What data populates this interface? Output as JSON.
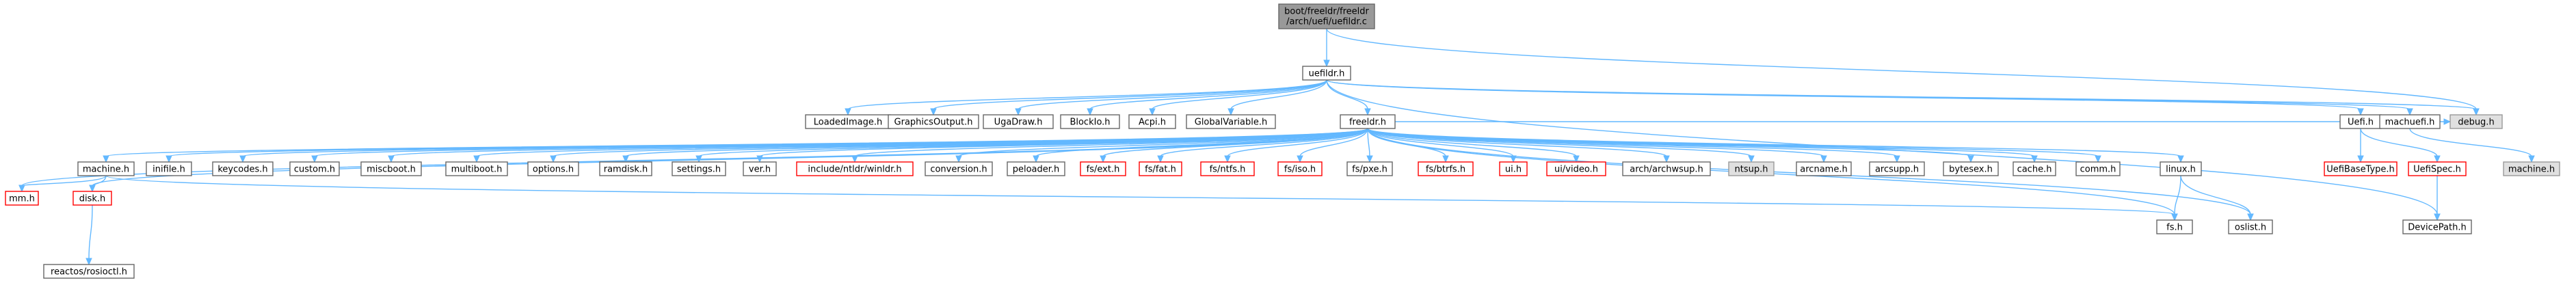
{
  "root": {
    "label_line1": "boot/freeldr/freeldr",
    "label_line2": "/arch/uefi/uefildr.c"
  },
  "nodes": [
    {
      "id": "uefildr",
      "label": "uefildr.h"
    },
    {
      "id": "loadedimage",
      "label": "LoadedImage.h"
    },
    {
      "id": "graphicsoutput",
      "label": "GraphicsOutput.h"
    },
    {
      "id": "ugadraw",
      "label": "UgaDraw.h"
    },
    {
      "id": "blockio",
      "label": "BlockIo.h"
    },
    {
      "id": "acpi",
      "label": "Acpi.h"
    },
    {
      "id": "globalvariable",
      "label": "GlobalVariable.h"
    },
    {
      "id": "freeldr",
      "label": "freeldr.h"
    },
    {
      "id": "uefi",
      "label": "Uefi.h"
    },
    {
      "id": "machuefi",
      "label": "machuefi.h"
    },
    {
      "id": "debug",
      "label": "debug.h",
      "style": "grey"
    },
    {
      "id": "mmh",
      "label": "mm.h",
      "style": "missing"
    },
    {
      "id": "machine",
      "label": "machine.h"
    },
    {
      "id": "inifile",
      "label": "inifile.h"
    },
    {
      "id": "keycodes",
      "label": "keycodes.h"
    },
    {
      "id": "custom",
      "label": "custom.h"
    },
    {
      "id": "miscboot",
      "label": "miscboot.h"
    },
    {
      "id": "multiboot",
      "label": "multiboot.h"
    },
    {
      "id": "options",
      "label": "options.h"
    },
    {
      "id": "ramdisk",
      "label": "ramdisk.h"
    },
    {
      "id": "settings",
      "label": "settings.h"
    },
    {
      "id": "ver",
      "label": "ver.h"
    },
    {
      "id": "winldr",
      "label": "include/ntldr/winldr.h",
      "style": "missing"
    },
    {
      "id": "conversion",
      "label": "conversion.h"
    },
    {
      "id": "peloader",
      "label": "peloader.h"
    },
    {
      "id": "fsext",
      "label": "fs/ext.h",
      "style": "missing"
    },
    {
      "id": "fsfat",
      "label": "fs/fat.h",
      "style": "missing"
    },
    {
      "id": "fsntfs",
      "label": "fs/ntfs.h",
      "style": "missing"
    },
    {
      "id": "fsiso",
      "label": "fs/iso.h",
      "style": "missing"
    },
    {
      "id": "fspxe",
      "label": "fs/pxe.h"
    },
    {
      "id": "fsbtrfs",
      "label": "fs/btrfs.h",
      "style": "missing"
    },
    {
      "id": "ui",
      "label": "ui.h",
      "style": "missing"
    },
    {
      "id": "uivideo",
      "label": "ui/video.h",
      "style": "missing"
    },
    {
      "id": "archwsup",
      "label": "arch/archwsup.h"
    },
    {
      "id": "ntsup",
      "label": "ntsup.h",
      "style": "grey"
    },
    {
      "id": "arcname",
      "label": "arcname.h"
    },
    {
      "id": "arcsupp",
      "label": "arcsupp.h"
    },
    {
      "id": "bytesex",
      "label": "bytesex.h"
    },
    {
      "id": "cache",
      "label": "cache.h"
    },
    {
      "id": "comm",
      "label": "comm.h"
    },
    {
      "id": "linux",
      "label": "linux.h"
    },
    {
      "id": "ueffibasetype",
      "label": "UefiBaseType.h",
      "style": "missing"
    },
    {
      "id": "uefispec",
      "label": "UefiSpec.h",
      "style": "missing"
    },
    {
      "id": "machineh2",
      "label": "machine.h",
      "style": "grey"
    },
    {
      "id": "disk",
      "label": "disk.h",
      "style": "missing"
    },
    {
      "id": "fsh",
      "label": "fs.h"
    },
    {
      "id": "oslist",
      "label": "oslist.h"
    },
    {
      "id": "devicepath",
      "label": "DevicePath.h"
    },
    {
      "id": "reactos",
      "label": "reactos/rosioctl.h"
    }
  ],
  "edges": [
    [
      "root",
      "uefildr"
    ],
    [
      "root",
      "debug"
    ],
    [
      "uefildr",
      "loadedimage"
    ],
    [
      "uefildr",
      "graphicsoutput"
    ],
    [
      "uefildr",
      "ugadraw"
    ],
    [
      "uefildr",
      "blockio"
    ],
    [
      "uefildr",
      "acpi"
    ],
    [
      "uefildr",
      "globalvariable"
    ],
    [
      "uefildr",
      "freeldr"
    ],
    [
      "uefildr",
      "uefi"
    ],
    [
      "uefildr",
      "machuefi"
    ],
    [
      "uefildr",
      "debug"
    ],
    [
      "uefildr",
      "devicepath"
    ],
    [
      "freeldr",
      "mmh"
    ],
    [
      "freeldr",
      "machine"
    ],
    [
      "freeldr",
      "inifile"
    ],
    [
      "freeldr",
      "keycodes"
    ],
    [
      "freeldr",
      "custom"
    ],
    [
      "freeldr",
      "miscboot"
    ],
    [
      "freeldr",
      "multiboot"
    ],
    [
      "freeldr",
      "options"
    ],
    [
      "freeldr",
      "ramdisk"
    ],
    [
      "freeldr",
      "settings"
    ],
    [
      "freeldr",
      "ver"
    ],
    [
      "freeldr",
      "winldr"
    ],
    [
      "freeldr",
      "conversion"
    ],
    [
      "freeldr",
      "peloader"
    ],
    [
      "freeldr",
      "fsext"
    ],
    [
      "freeldr",
      "fsfat"
    ],
    [
      "freeldr",
      "fsntfs"
    ],
    [
      "freeldr",
      "fsiso"
    ],
    [
      "freeldr",
      "fspxe"
    ],
    [
      "freeldr",
      "fsbtrfs"
    ],
    [
      "freeldr",
      "ui"
    ],
    [
      "freeldr",
      "uivideo"
    ],
    [
      "freeldr",
      "archwsup"
    ],
    [
      "freeldr",
      "ntsup"
    ],
    [
      "freeldr",
      "arcname"
    ],
    [
      "freeldr",
      "arcsupp"
    ],
    [
      "freeldr",
      "bytesex"
    ],
    [
      "freeldr",
      "cache"
    ],
    [
      "freeldr",
      "comm"
    ],
    [
      "freeldr",
      "linux"
    ],
    [
      "freeldr",
      "fsh"
    ],
    [
      "freeldr",
      "oslist"
    ],
    [
      "freeldr",
      "disk"
    ],
    [
      "freeldr",
      "debug"
    ],
    [
      "machine",
      "mmh"
    ],
    [
      "machine",
      "disk"
    ],
    [
      "machine",
      "fsh"
    ],
    [
      "disk",
      "reactos"
    ],
    [
      "linux",
      "fsh"
    ],
    [
      "linux",
      "oslist"
    ],
    [
      "uefi",
      "ueffibasetype"
    ],
    [
      "uefi",
      "uefispec"
    ],
    [
      "uefispec",
      "devicepath"
    ],
    [
      "machuefi",
      "machineh2"
    ]
  ]
}
